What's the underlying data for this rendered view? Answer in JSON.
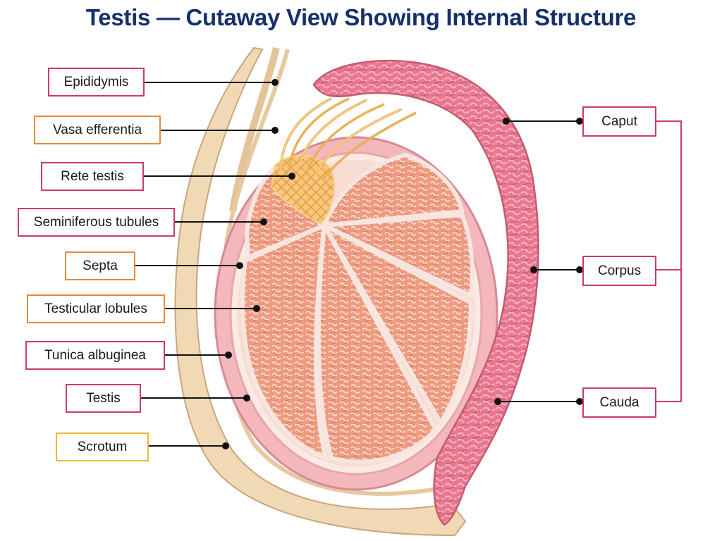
{
  "title": "Testis — Cutaway View Showing Internal Structure",
  "labels_left": [
    "Epididymis",
    "Vasa efferentia",
    "Rete testis",
    "Seminiferous tubules",
    "Septa",
    "Testicular lobules",
    "Tunica albuginea",
    "Testis",
    "Scrotum"
  ],
  "labels_right": [
    "Caput",
    "Corpus",
    "Cauda"
  ],
  "colors": {
    "title": "#15306b",
    "label_border_pink": "#cc3a6c",
    "label_border_orange": "#e8893a",
    "label_border_yellow": "#ebb733",
    "epididymis": "#e9778f",
    "tubules": "#f09a80",
    "scrotum": "#f1d9b5"
  }
}
